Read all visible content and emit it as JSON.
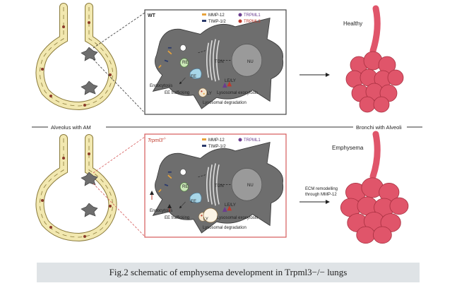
{
  "top_panel": {
    "genotype": "WT",
    "legend": [
      {
        "label": "MMP-12",
        "color": "#e8a33c"
      },
      {
        "label": "TIMP-1/2",
        "color": "#2b3a6b"
      },
      {
        "label": "TRPML1",
        "color": "#6a3d8f"
      },
      {
        "label": "TRPML3",
        "color": "#c0392b"
      }
    ],
    "organelles": {
      "nucleus": "NU",
      "golgi": "TGN",
      "recycling_endosome": "RE",
      "early_endosome": "EE",
      "late_endosome": "LE/LY",
      "lysosome": "LY"
    },
    "processes": {
      "endocytosis": "Endocytosis",
      "ee_trafficking": "EE trafficking",
      "exocytosis": "Lysosomal exocytosis",
      "degradation": "Lysosomal degradation"
    },
    "outcome": "Healthy"
  },
  "bottom_panel": {
    "genotype": "Trpml3",
    "genotype_sup": "-/-",
    "legend": [
      {
        "label": "MMP-12",
        "color": "#e8a33c"
      },
      {
        "label": "TIMP-1/2",
        "color": "#2b3a6b"
      },
      {
        "label": "TRPML1",
        "color": "#6a3d8f"
      }
    ],
    "organelles": {
      "nucleus": "NU",
      "golgi": "TGN",
      "recycling_endosome": "RE",
      "early_endosome": "EE",
      "late_endosome": "LE/LY",
      "lysosome": "LY"
    },
    "processes": {
      "endocytosis": "Endocytosis",
      "ee_trafficking": "EE trafficking",
      "exocytosis": "Lysosomal exocytosis",
      "degradation": "Lysosomal degradation"
    },
    "arrow_label_line1": "ECM remodelling",
    "arrow_label_line2": "through MMP-12",
    "outcome": "Emphysema"
  },
  "divider": {
    "left": "Alveolus with AM",
    "right": "Bronchi with Alveoli"
  },
  "caption": "Fig.2 schematic of emphysema development in Trpml3−/− lungs",
  "colors": {
    "alveolus_wall": "#f2e8b0",
    "alveolus_outline": "#8a7a3a",
    "lung": "#e0556a",
    "lung_outline": "#a83040",
    "cell": "#6e6e6e",
    "nucleus": "#9a9a9a",
    "wt_frame": "#444444",
    "ko_frame": "#d65a5a"
  }
}
